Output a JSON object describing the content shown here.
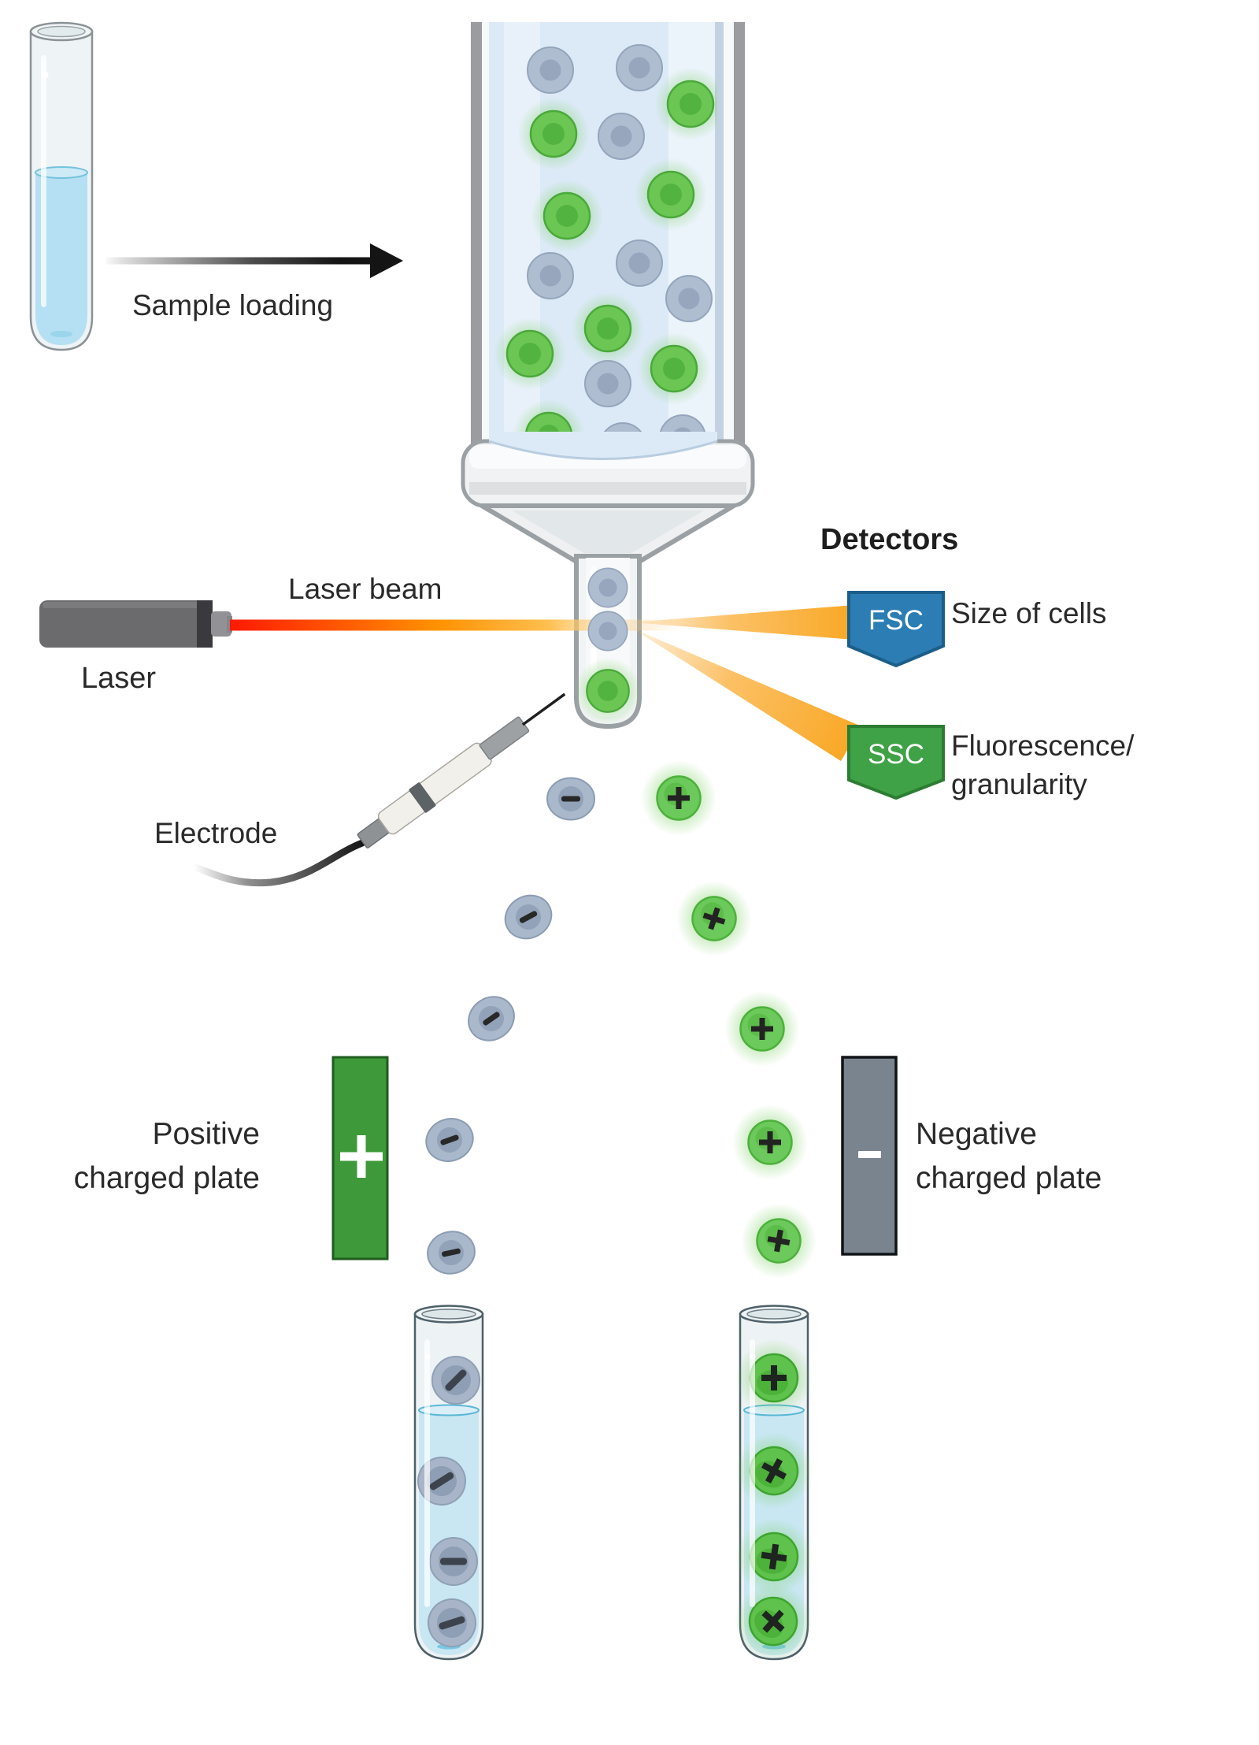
{
  "sample": {
    "loading_label": "Sample loading"
  },
  "laser": {
    "device_label": "Laser",
    "beam_label": "Laser beam"
  },
  "electrode": {
    "label": "Electrode"
  },
  "detectors": {
    "heading": "Detectors",
    "fsc_label": "FSC",
    "fsc_description": "Size of cells",
    "ssc_label": "SSC",
    "ssc_description_line1": "Fluorescence/",
    "ssc_description_line2": "granularity"
  },
  "plates": {
    "positive_line1": "Positive",
    "positive_line2": "charged plate",
    "negative_line1": "Negative",
    "negative_line2": "charged plate"
  },
  "icons": {
    "positive_charge_glyph": "+",
    "negative_charge_glyph": "−"
  },
  "colors": {
    "fsc_badge": "#2b7db3",
    "ssc_badge": "#3fa246",
    "positive_plate": "#3d9939",
    "negative_plate": "#79848f",
    "positive_cell": "#6cc95b",
    "negative_cell": "#a9b8cb",
    "laser_beam_start": "#ff1a00",
    "laser_beam_end": "#ffc04f",
    "scatter_beam": "#fbb03d",
    "sample_liquid": "#b5dff2"
  }
}
